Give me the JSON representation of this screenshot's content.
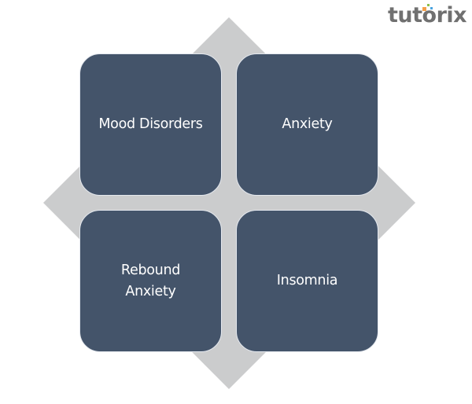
{
  "logo": {
    "text": "tutorix"
  },
  "colors": {
    "box": "#44546a",
    "diamond": "#cbcccd",
    "text": "#ffffff",
    "logo": "#707070"
  },
  "quadrants": [
    {
      "label": "Mood Disorders"
    },
    {
      "label": "Anxiety"
    },
    {
      "label": "Rebound Anxiety"
    },
    {
      "label": "Insomnia"
    }
  ]
}
